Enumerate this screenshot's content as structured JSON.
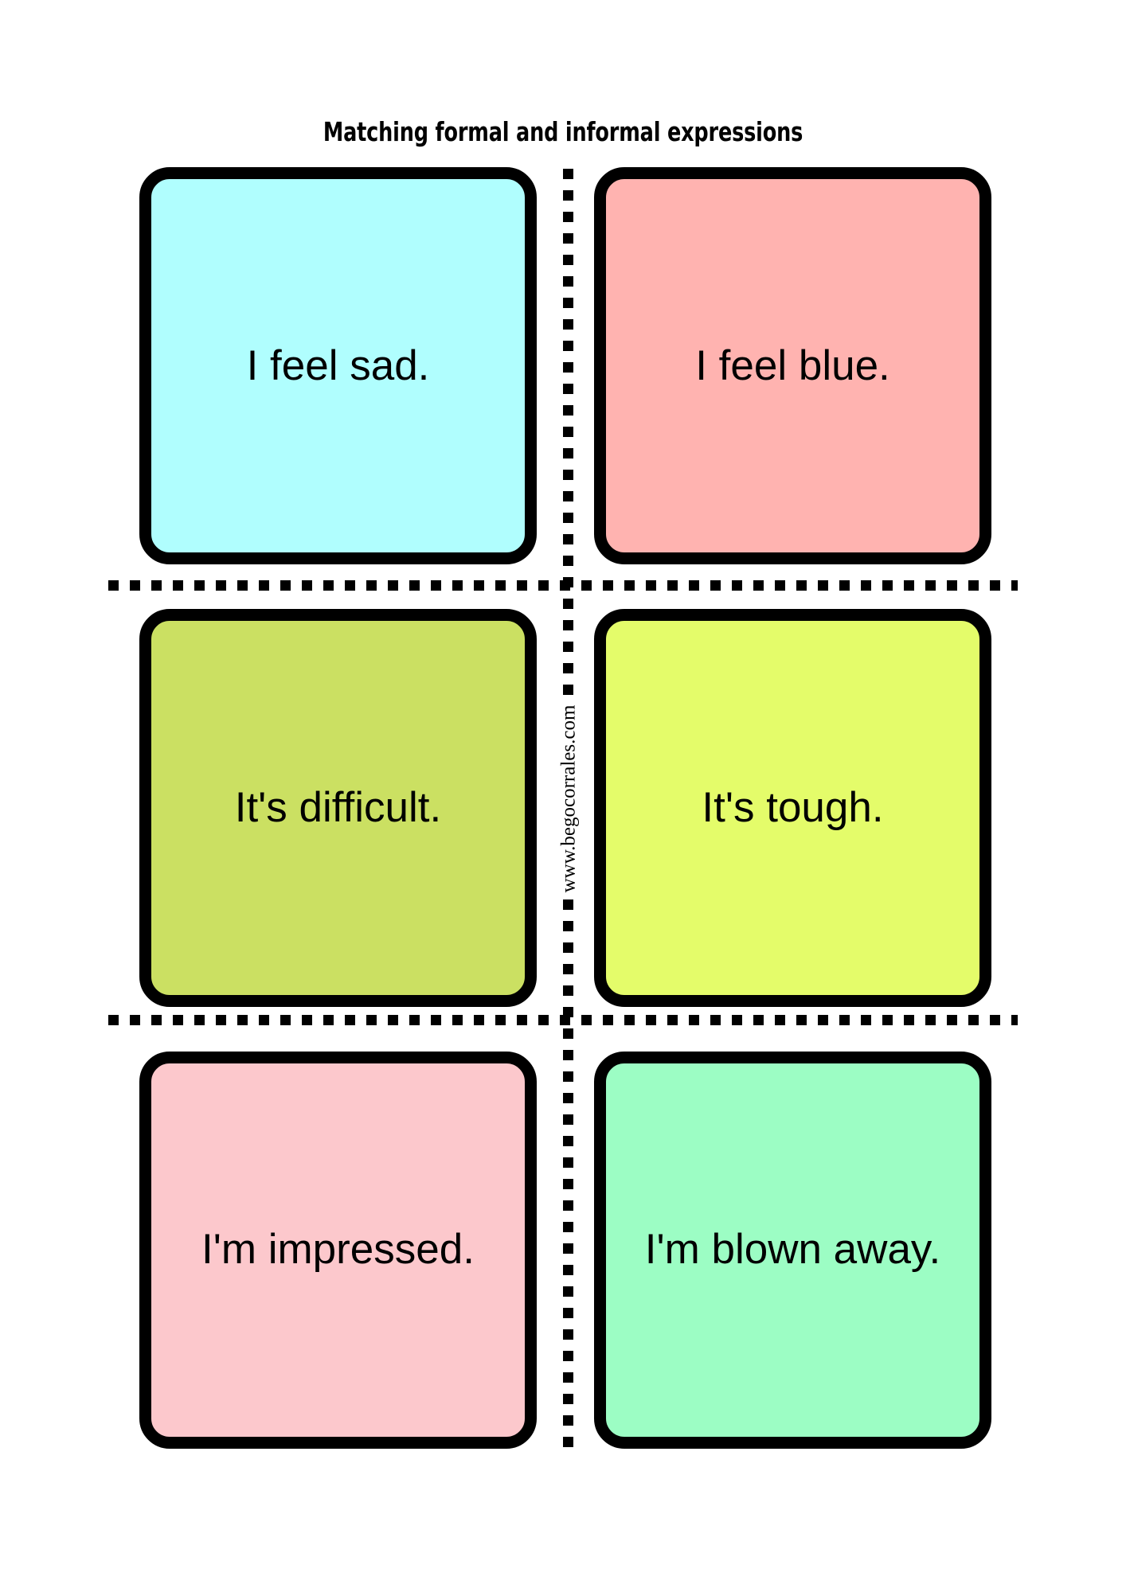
{
  "worksheet": {
    "title": "Matching formal and informal expressions",
    "watermark": "www.begocorrales.com",
    "background_color": "#FFFFFF",
    "border_color": "#000000",
    "text_color": "#000000",
    "cut_lines": {
      "horizontal_count": 2,
      "vertical_count": 1,
      "style": "dotted"
    },
    "cards": [
      {
        "id": "card-formal-sad",
        "label": "I feel sad.",
        "register": "formal",
        "color": "#B0FEFE",
        "color_name": "light-cyan",
        "row": 1,
        "column": 1
      },
      {
        "id": "card-informal-blue",
        "label": "I feel blue.",
        "register": "informal",
        "color": "#FFB3B0",
        "color_name": "salmon",
        "row": 1,
        "column": 2
      },
      {
        "id": "card-formal-difficult",
        "label": "It's difficult.",
        "register": "formal",
        "color": "#CBE062",
        "color_name": "olive-green",
        "row": 2,
        "column": 1
      },
      {
        "id": "card-informal-tough",
        "label": "It's tough.",
        "register": "informal",
        "color": "#E4FC6A",
        "color_name": "lime-yellow",
        "row": 2,
        "column": 2
      },
      {
        "id": "card-formal-impressed",
        "label": "I'm impressed.",
        "register": "formal",
        "color": "#FCC8CC",
        "color_name": "pale-pink",
        "row": 3,
        "column": 1
      },
      {
        "id": "card-informal-blown-away",
        "label": "I'm blown away.",
        "register": "informal",
        "color": "#9CFDC4",
        "color_name": "mint-green",
        "row": 3,
        "column": 2
      }
    ]
  }
}
